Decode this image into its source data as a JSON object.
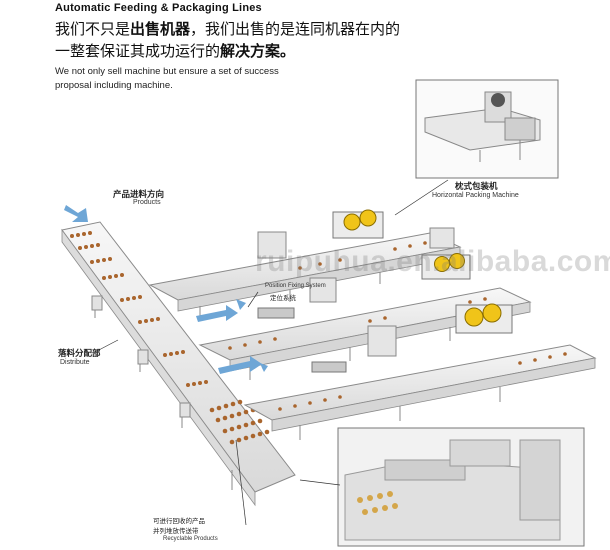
{
  "header": {
    "title": "Automatic Feeding & Packaging Lines",
    "cn_line1_a": "我们不只是",
    "cn_line1_b": "出售机器",
    "cn_line1_c": "，我们出售的是连同机器在内的",
    "cn_line2_a": "一整套保证其成功运行的",
    "cn_line2_b": "解决方案。",
    "en_line1": "We not only sell machine but ensure a set of success",
    "en_line2": "proposal including machine."
  },
  "labels": {
    "products_cn": "产品进料方向",
    "products_en": "Products",
    "packing_cn": "枕式包装机",
    "packing_en": "Horizontal Packing Machine",
    "position_en": "Position Fixing System",
    "position_cn": "定位系统",
    "distribute_cn": "落料分配部",
    "distribute_en": "Distribute",
    "recycle_cn_1": "可进行回收的产品",
    "recycle_cn_2": "并列堆放传送带",
    "recycle_en": "Recyclable Products"
  },
  "watermark": "ruipuhua.en.alibaba.com",
  "colors": {
    "conveyor": "#ececec",
    "conveyor_edge": "#8a8a8a",
    "product": "#a9652d",
    "flow_arrow": "#6ea6d6",
    "roller": "#f0c419",
    "leader_line": "#333333"
  }
}
